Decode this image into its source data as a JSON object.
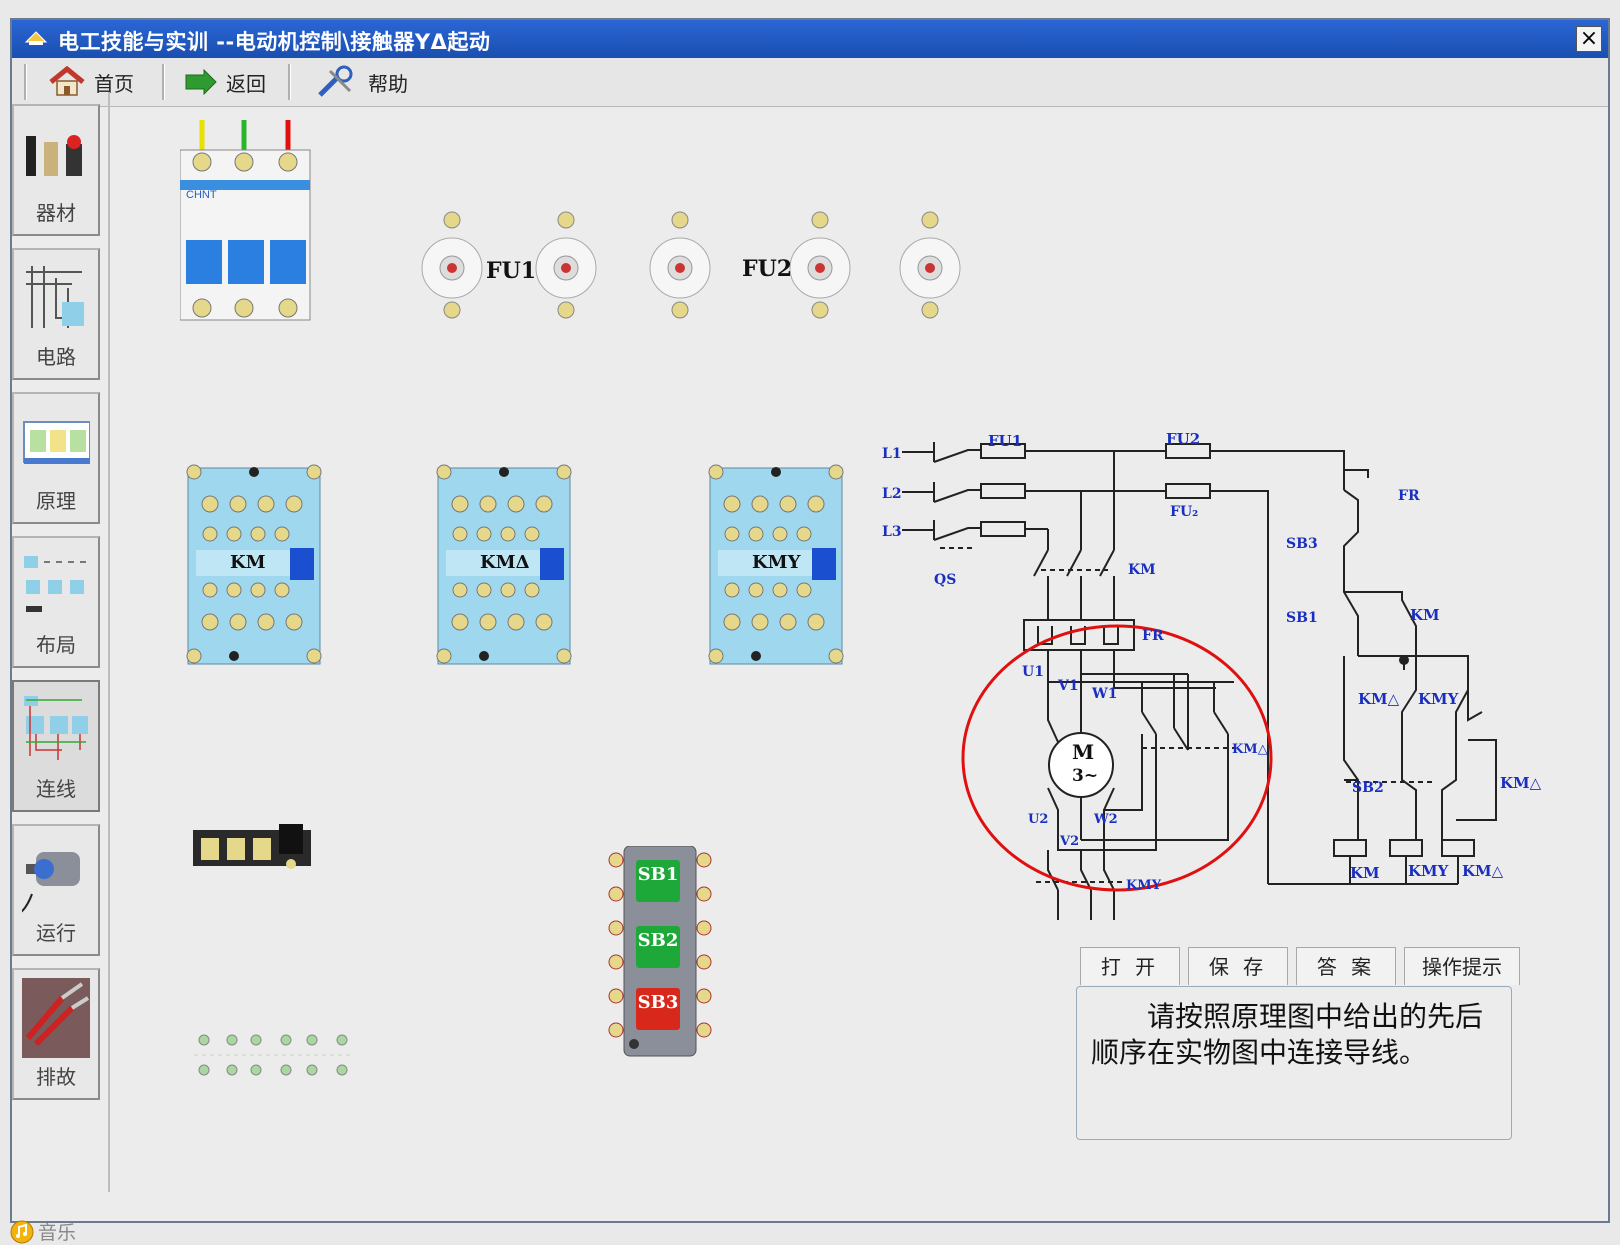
{
  "window": {
    "title": "电工技能与实训 --电动机控制\\接触器YΔ起动",
    "close": "×"
  },
  "toolbar": {
    "home": "首页",
    "back": "返回",
    "help": "帮助"
  },
  "sidebar": {
    "items": [
      {
        "label": "器材",
        "icon": "equipment-icon"
      },
      {
        "label": "电路",
        "icon": "circuit-icon"
      },
      {
        "label": "原理",
        "icon": "principle-icon"
      },
      {
        "label": "布局",
        "icon": "layout-icon"
      },
      {
        "label": "连线",
        "icon": "wiring-icon"
      },
      {
        "label": "运行",
        "icon": "motor-icon"
      },
      {
        "label": "排故",
        "icon": "troubleshoot-icon"
      }
    ],
    "music": "音乐"
  },
  "components": {
    "fu1": "FU1",
    "fu2": "FU2",
    "contactors": [
      "KM",
      "KMΔ",
      "KMY"
    ],
    "buttons": [
      "SB1",
      "SB2",
      "SB3"
    ]
  },
  "schematic": {
    "lines": [
      "L1",
      "L2",
      "L3"
    ],
    "qs": "QS",
    "fu1": "FU1",
    "fu2": "FU2",
    "fu2_sub": "FU₂",
    "km": "KM",
    "fr": "FR",
    "u1": "U1",
    "v1": "V1",
    "w1": "W1",
    "u2": "U2",
    "v2": "V2",
    "w2": "W2",
    "motor": "M",
    "motor_sub": "3~",
    "km_delta": "KM△",
    "kmy": "KMY",
    "sb1": "SB1",
    "sb2": "SB2",
    "sb3": "SB3"
  },
  "actions": {
    "open": "打 开",
    "save": "保 存",
    "answer": "答 案",
    "hint": "操作提示"
  },
  "hint_text": "请按照原理图中给出的先后顺序在实物图中连接导线。",
  "colors": {
    "title_bar": "#1a4fb0",
    "schematic_blue": "#1a2fbf",
    "highlight_circle": "#e01010",
    "contactor_body": "#9fd8ee"
  }
}
